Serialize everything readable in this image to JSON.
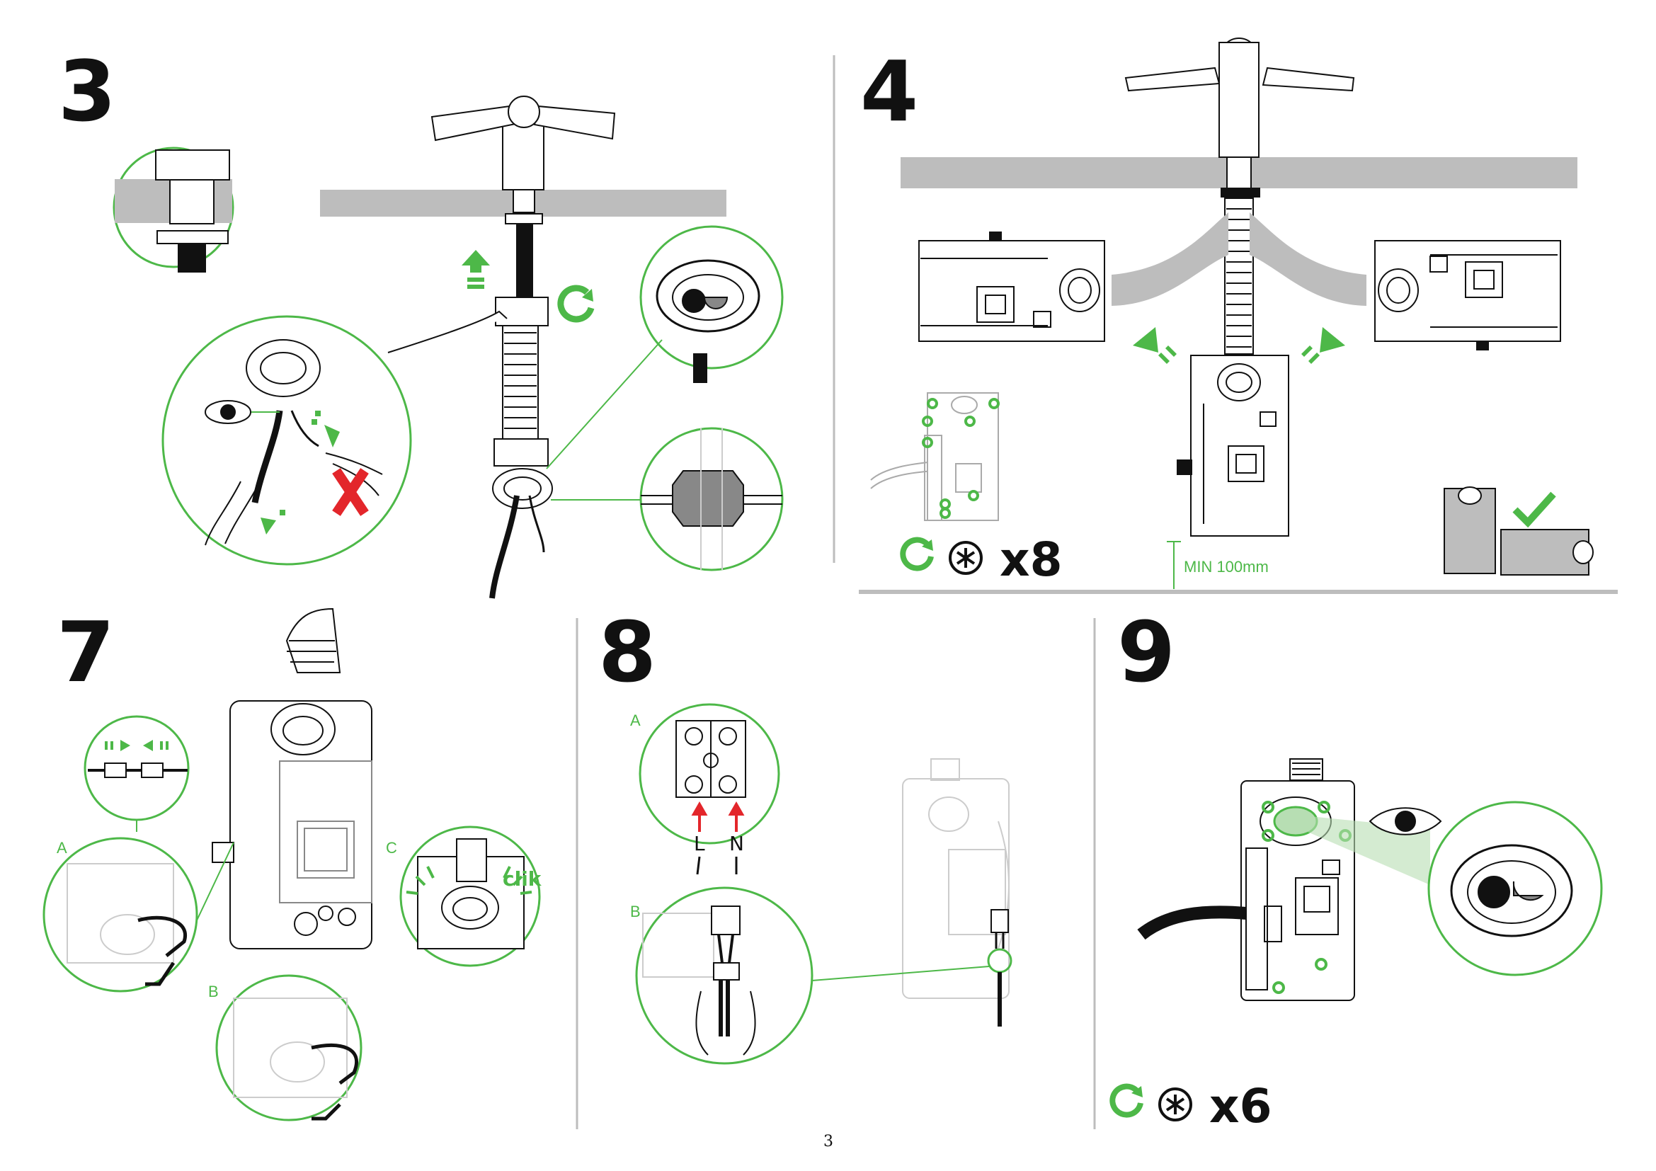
{
  "page_number": "3",
  "colors": {
    "accent": "#4db848",
    "arrow_red": "#e3262b",
    "panel_grey": "#bdbdbd"
  },
  "steps": [
    {
      "number": "3"
    },
    {
      "number": "4",
      "count": "x8",
      "min_clearance": "MIN 100mm",
      "icons": [
        "rotate-clockwise-icon",
        "torx-screw-icon"
      ]
    },
    {
      "number": "7",
      "labels": {
        "a": "A",
        "b": "B",
        "c": "C"
      },
      "click_text": "clik"
    },
    {
      "number": "8",
      "labels": {
        "a": "A",
        "b": "B"
      },
      "wire_live": "L",
      "wire_neutral": "N"
    },
    {
      "number": "9",
      "count": "x6",
      "icons": [
        "rotate-clockwise-icon",
        "torx-screw-icon"
      ]
    }
  ]
}
